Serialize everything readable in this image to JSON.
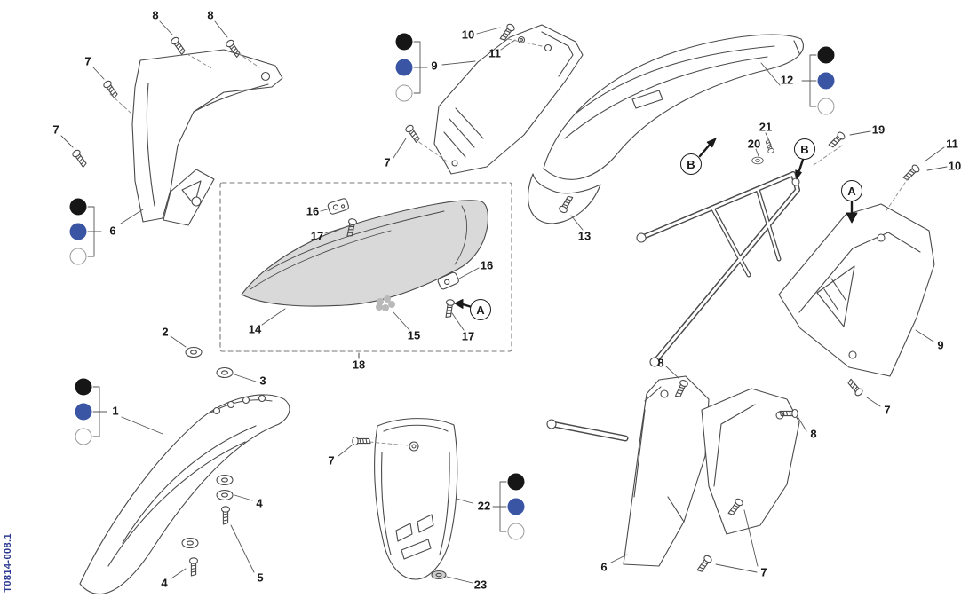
{
  "doc": {
    "code": "T0814-008.1"
  },
  "palette": {
    "line": "#4a4a4a",
    "label": "#1a1a1a",
    "doc_code_blue": "#2b3990",
    "option_black": "#161616",
    "option_blue": "#3a55a4",
    "option_white": "#ffffff",
    "seat_fill": "#d9d9d9"
  },
  "callouts": {
    "tl_8a": "8",
    "tl_8b": "8",
    "tl_7a": "7",
    "tl_7b": "7",
    "tl_6": "6",
    "tm_10": "10",
    "tm_11": "11",
    "tm_9": "9",
    "tm_7": "7",
    "rf_12": "12",
    "rf_13": "13",
    "sf_21": "21",
    "sf_20": "20",
    "sf_19": "19",
    "sf_11": "11",
    "sf_10": "10",
    "sp_9": "9",
    "sp_7": "7",
    "seat_16a": "16",
    "seat_17a": "17",
    "seat_16b": "16",
    "seat_17b": "17",
    "seat_14": "14",
    "seat_15": "15",
    "seat_18": "18",
    "ff_2": "2",
    "ff_3": "3",
    "ff_1": "1",
    "ff_4a": "4",
    "ff_5": "5",
    "ff_4b": "4",
    "np_7": "7",
    "np_22": "22",
    "np_23": "23",
    "br_8a": "8",
    "br_8b": "8",
    "br_6": "6",
    "br_7": "7"
  },
  "view_markers": {
    "seat_a": "A",
    "frame_a": "A",
    "fender_b": "B",
    "frame_b": "B"
  }
}
